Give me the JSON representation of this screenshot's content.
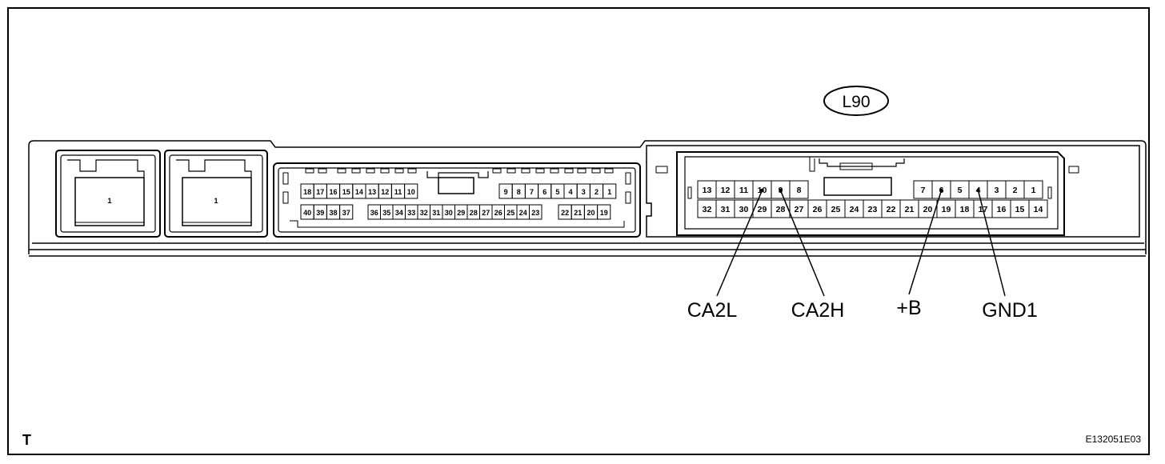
{
  "connector_label": "L90",
  "small_connectors": [
    {
      "pin": "1"
    },
    {
      "pin": "1"
    }
  ],
  "mid_connector": {
    "top_left": [
      "18",
      "17",
      "16",
      "15",
      "14",
      "13",
      "12",
      "11",
      "10"
    ],
    "top_right": [
      "9",
      "8",
      "7",
      "6",
      "5",
      "4",
      "3",
      "2",
      "1"
    ],
    "bottom_left": [
      "40",
      "39",
      "38",
      "37"
    ],
    "bottom_center": [
      "36",
      "35",
      "34",
      "33",
      "32",
      "31",
      "30",
      "29",
      "28",
      "27",
      "26",
      "25",
      "24",
      "23"
    ],
    "bottom_right": [
      "22",
      "21",
      "20",
      "19"
    ]
  },
  "main_connector": {
    "top_left": [
      "13",
      "12",
      "11",
      "10",
      "9",
      "8"
    ],
    "top_right": [
      "7",
      "6",
      "5",
      "4",
      "3",
      "2",
      "1"
    ],
    "bottom": [
      "32",
      "31",
      "30",
      "29",
      "28",
      "27",
      "26",
      "25",
      "24",
      "23",
      "22",
      "21",
      "20",
      "19",
      "18",
      "17",
      "16",
      "15",
      "14"
    ]
  },
  "signals": [
    {
      "name": "CA2L",
      "pin": "10"
    },
    {
      "name": "CA2H",
      "pin": "9"
    },
    {
      "name": "+B",
      "pin": "6"
    },
    {
      "name": "GND1",
      "pin": "4"
    }
  ],
  "corner_mark": "T",
  "figure_code": "E132051E03"
}
